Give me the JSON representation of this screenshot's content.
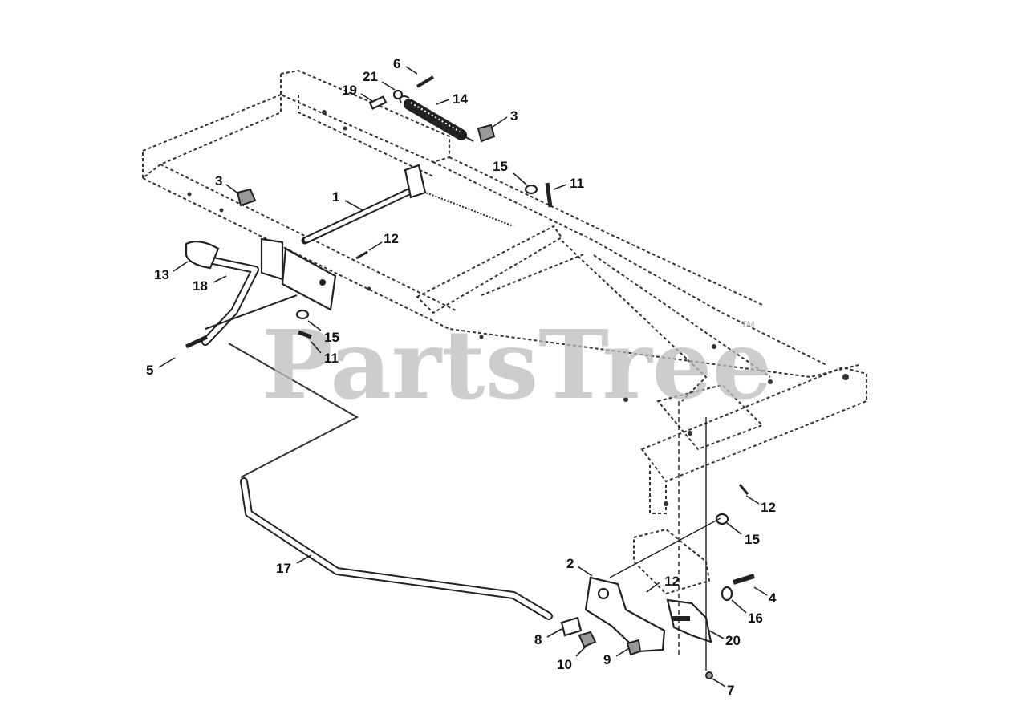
{
  "watermark": {
    "text": "PartsTree",
    "mark": "™"
  },
  "callouts": [
    {
      "id": "c6",
      "label": "6"
    },
    {
      "id": "c21",
      "label": "21"
    },
    {
      "id": "c19",
      "label": "19"
    },
    {
      "id": "c14",
      "label": "14"
    },
    {
      "id": "c3a",
      "label": "3"
    },
    {
      "id": "c15a",
      "label": "15"
    },
    {
      "id": "c11a",
      "label": "11"
    },
    {
      "id": "c3b",
      "label": "3"
    },
    {
      "id": "c1",
      "label": "1"
    },
    {
      "id": "c12a",
      "label": "12"
    },
    {
      "id": "c13",
      "label": "13"
    },
    {
      "id": "c18",
      "label": "18"
    },
    {
      "id": "c15b",
      "label": "15"
    },
    {
      "id": "c11b",
      "label": "11"
    },
    {
      "id": "c5",
      "label": "5"
    },
    {
      "id": "c12b",
      "label": "12"
    },
    {
      "id": "c15c",
      "label": "15"
    },
    {
      "id": "c17",
      "label": "17"
    },
    {
      "id": "c2",
      "label": "2"
    },
    {
      "id": "c12c",
      "label": "12"
    },
    {
      "id": "c4",
      "label": "4"
    },
    {
      "id": "c16",
      "label": "16"
    },
    {
      "id": "c8",
      "label": "8"
    },
    {
      "id": "c20",
      "label": "20"
    },
    {
      "id": "c10",
      "label": "10"
    },
    {
      "id": "c9",
      "label": "9"
    },
    {
      "id": "c7",
      "label": "7"
    }
  ]
}
